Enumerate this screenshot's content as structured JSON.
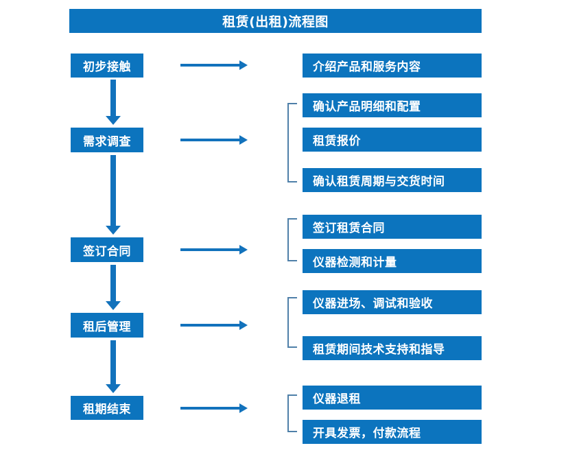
{
  "title": "租赁(出租)流程图",
  "colors": {
    "box_fill": "#0C74BE",
    "box_text": "#FFFFFF",
    "arrow": "#1272BC",
    "bracket": "#4E7FA8",
    "background": "#FFFFFF"
  },
  "stages": [
    {
      "label": "初步接触"
    },
    {
      "label": "需求调查"
    },
    {
      "label": "签订合同"
    },
    {
      "label": "租后管理"
    },
    {
      "label": "租期结束"
    }
  ],
  "details": [
    {
      "label": "介绍产品和服务内容"
    },
    {
      "label": "确认产品明细和配置"
    },
    {
      "label": "租赁报价"
    },
    {
      "label": "确认租赁周期与交货时间"
    },
    {
      "label": "签订租赁合同"
    },
    {
      "label": "仪器检测和计量"
    },
    {
      "label": "仪器进场、调试和验收"
    },
    {
      "label": "租赁期间技术支持和指导"
    },
    {
      "label": "仪器退租"
    },
    {
      "label": "开具发票，付款流程"
    }
  ],
  "groups": [
    {
      "name": "需求调查-group",
      "detail_indices": [
        1,
        2,
        3
      ]
    },
    {
      "name": "签订合同-group",
      "detail_indices": [
        4,
        5
      ]
    },
    {
      "name": "租后管理-group",
      "detail_indices": [
        6,
        7
      ]
    },
    {
      "name": "租期结束-group",
      "detail_indices": [
        8,
        9
      ]
    }
  ],
  "connectors": {
    "horizontal_arrow_count": 5,
    "vertical_arrow_count": 4
  }
}
